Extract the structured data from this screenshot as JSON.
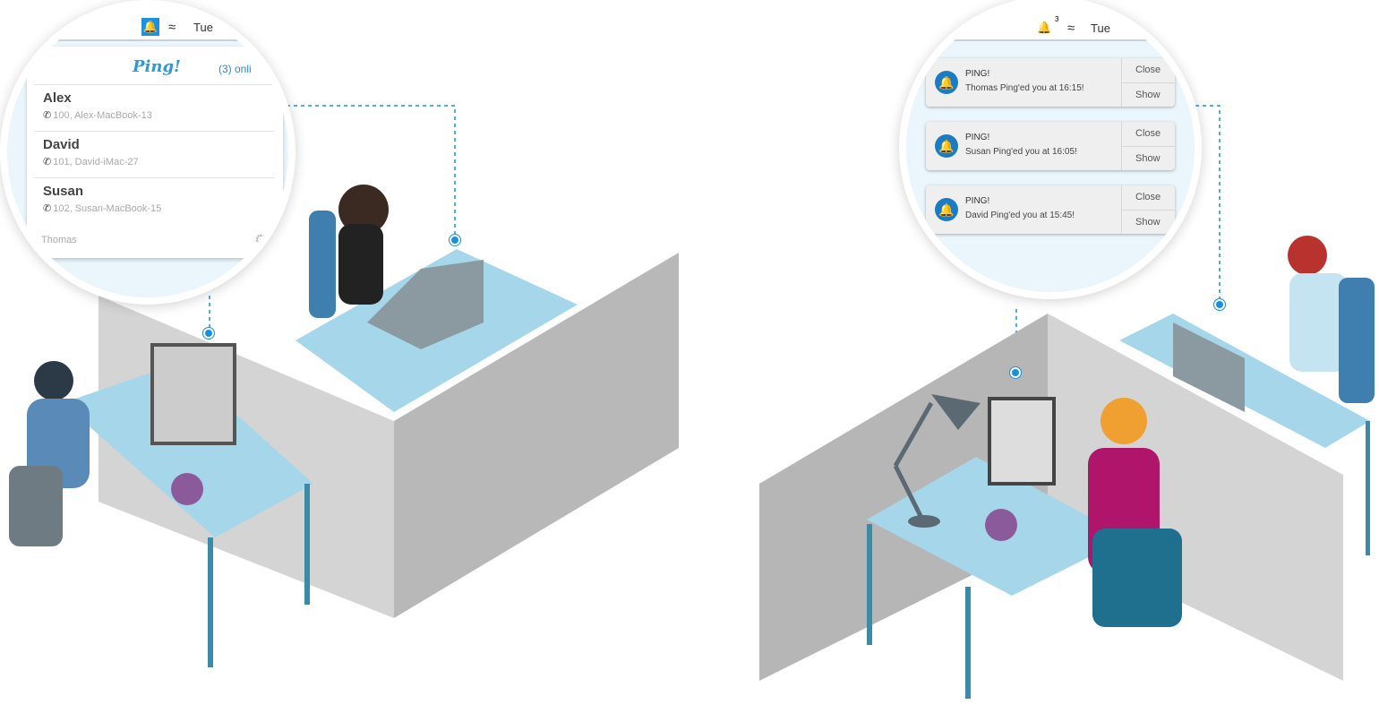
{
  "contacts_popup": {
    "app_title": "Ping!",
    "online_count": "(3) onli",
    "menubar_clock": "Tue",
    "contacts": [
      {
        "name": "Alex",
        "detail": "100, Alex-MacBook-13"
      },
      {
        "name": "David",
        "detail": "101, David-iMac-27"
      },
      {
        "name": "Susan",
        "detail": "102, Susan-MacBook-15"
      }
    ],
    "current_user": "Thomas"
  },
  "notifications_popup": {
    "menubar_clock": "Tue",
    "badge_count": "3",
    "notifications": [
      {
        "title": "PING!",
        "message": "Thomas Ping'ed you at 16:15!",
        "close": "Close",
        "show": "Show"
      },
      {
        "title": "PING!",
        "message": "Susan Ping'ed you at 16:05!",
        "close": "Close",
        "show": "Show"
      },
      {
        "title": "PING!",
        "message": "David Ping'ed you at 15:45!",
        "close": "Close",
        "show": "Show"
      }
    ]
  },
  "colors": {
    "accent": "#1a8fe0",
    "desk": "#a6d6ea",
    "wall": "#c8c8c8"
  }
}
